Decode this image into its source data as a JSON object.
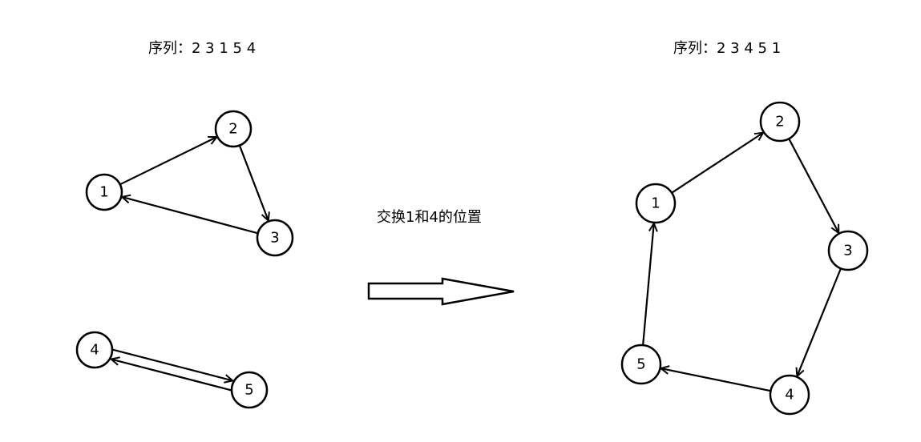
{
  "left": {
    "sequence_label": "序列：2 3 1 5 4",
    "nodes": [
      {
        "id": "1",
        "label": "1"
      },
      {
        "id": "2",
        "label": "2"
      },
      {
        "id": "3",
        "label": "3"
      },
      {
        "id": "4",
        "label": "4"
      },
      {
        "id": "5",
        "label": "5"
      }
    ],
    "edges": [
      {
        "from": "1",
        "to": "2"
      },
      {
        "from": "2",
        "to": "3"
      },
      {
        "from": "3",
        "to": "1"
      },
      {
        "from": "4",
        "to": "5"
      },
      {
        "from": "5",
        "to": "4"
      }
    ]
  },
  "middle": {
    "caption": "交换1和4的位置"
  },
  "right": {
    "sequence_label": "序列：2 3 4 5 1",
    "nodes": [
      {
        "id": "1",
        "label": "1"
      },
      {
        "id": "2",
        "label": "2"
      },
      {
        "id": "3",
        "label": "3"
      },
      {
        "id": "4",
        "label": "4"
      },
      {
        "id": "5",
        "label": "5"
      }
    ],
    "edges": [
      {
        "from": "1",
        "to": "2"
      },
      {
        "from": "2",
        "to": "3"
      },
      {
        "from": "3",
        "to": "4"
      },
      {
        "from": "4",
        "to": "5"
      },
      {
        "from": "5",
        "to": "1"
      }
    ]
  }
}
